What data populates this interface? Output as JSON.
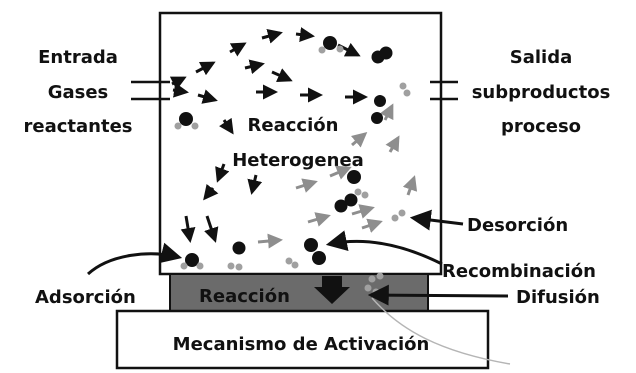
{
  "labels": {
    "inlet": [
      "Entrada",
      "Gases",
      "reactantes"
    ],
    "outlet": [
      "Salida",
      "subproductos",
      "proceso"
    ],
    "reaction_chamber": [
      "Reacción",
      "Heterogenea"
    ],
    "desorption": "Desorción",
    "recombination": "Recombinación",
    "diffusion": "Difusión",
    "adsorption": "Adsorción",
    "surface_reaction": "Reacción",
    "activation": "Mecanismo de Activación"
  },
  "colors": {
    "background": "#ffffff",
    "stroke": "#111111",
    "surface_fill": "#6b6b6b",
    "activation_fill": "#ffffff",
    "molecule_dark": "#111111",
    "molecule_light": "#a0a0a0",
    "arrow_gray": "#8e8e8e"
  }
}
